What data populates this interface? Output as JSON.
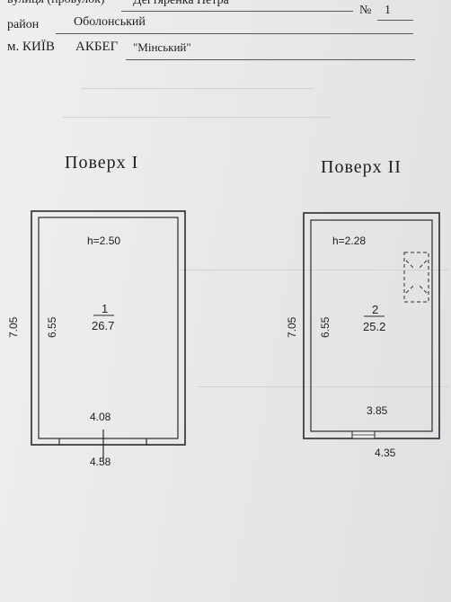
{
  "header": {
    "street_label": "вулиця (провулок)",
    "street_value": "Дегтяренка Петра",
    "number_label": "№",
    "number_value": "1",
    "district_label": "район",
    "district_value": "Оболонський",
    "city_label": "м. КИЇВ",
    "org_label": "АКБЕГ",
    "org_value": "\"Мінський\""
  },
  "floors": [
    {
      "title": "Поверх  I",
      "height_label": "h=2.50",
      "room_number": "1",
      "room_area": "26.7",
      "outer_height": "7.05",
      "inner_height": "6.55",
      "inner_width": "4.08",
      "outer_width": "4.58"
    },
    {
      "title": "Поверх  II",
      "height_label": "h=2.28",
      "room_number": "2",
      "room_area": "25.2",
      "outer_height": "7.05",
      "inner_height": "6.55",
      "inner_width": "3.85",
      "outer_width": "4.35"
    }
  ]
}
